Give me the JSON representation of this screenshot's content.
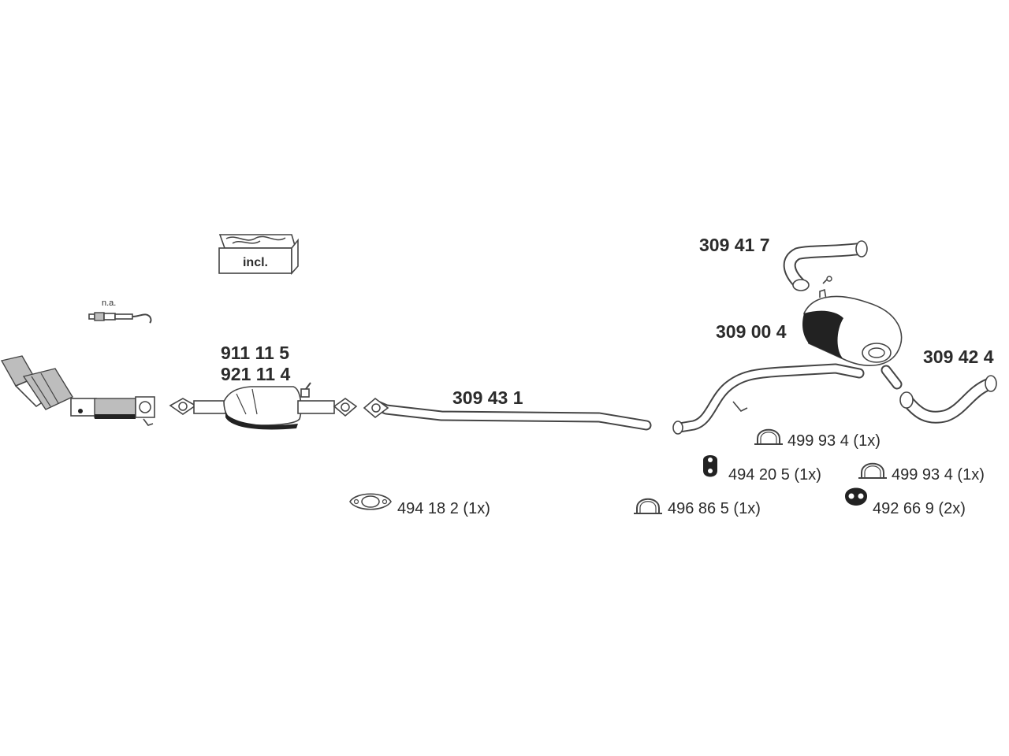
{
  "parts": {
    "kit_box": {
      "label": "incl."
    },
    "sensor": {
      "label": "n.a."
    },
    "catalyst": {
      "numbers": [
        "911 11 5",
        "921 11 4"
      ]
    },
    "middle_pipe": {
      "number": "309 43 1"
    },
    "tail_pipe_upper": {
      "number": "309 41 7"
    },
    "rear_silencer": {
      "number": "309 00 4"
    },
    "tail_pipe_lower": {
      "number": "309 42 4"
    }
  },
  "accessories": {
    "gasket": "494 18 2 (1x)",
    "clamp_a": "496 86 5 (1x)",
    "clamp_b": "499 93 4 (1x)",
    "rubber_mount_a": "494 20 5 (1x)",
    "clamp_c": "499 93 4 (1x)",
    "rubber_mount_b": "492 66 9 (2x)"
  }
}
